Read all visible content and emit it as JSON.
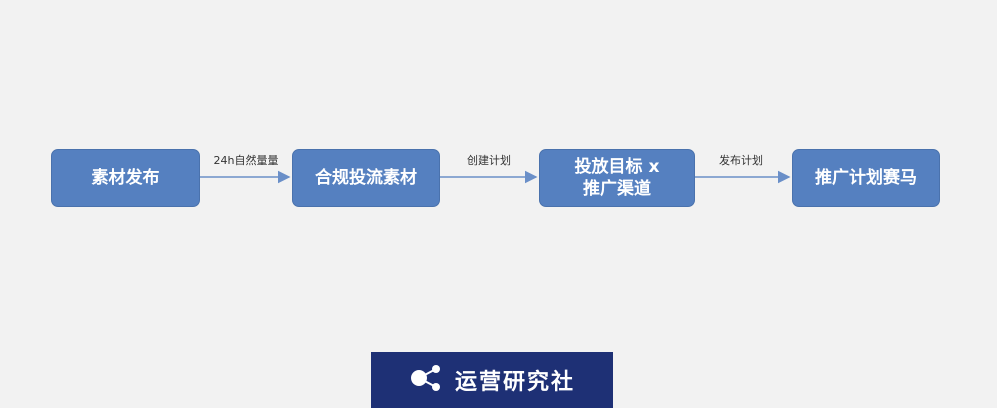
{
  "diagram": {
    "nodes": [
      {
        "id": "n1",
        "lines": [
          "素材发布"
        ]
      },
      {
        "id": "n2",
        "lines": [
          "合规投流素材"
        ]
      },
      {
        "id": "n3",
        "lines": [
          "投放目标 x",
          "推广渠道"
        ]
      },
      {
        "id": "n4",
        "lines": [
          "推广计划赛马"
        ]
      }
    ],
    "edges": [
      {
        "from": "n1",
        "to": "n2",
        "label": "24h自然量量"
      },
      {
        "from": "n2",
        "to": "n3",
        "label": "创建计划"
      },
      {
        "from": "n3",
        "to": "n4",
        "label": "发布计划"
      }
    ]
  },
  "brand": {
    "logo_icon": "molecule-dots-icon",
    "name": "运营研究社"
  },
  "colors": {
    "background": "#f2f2f2",
    "node_fill": "#5580c0",
    "arrow": "#6a8fc8",
    "brand_bg": "#1e3075"
  }
}
